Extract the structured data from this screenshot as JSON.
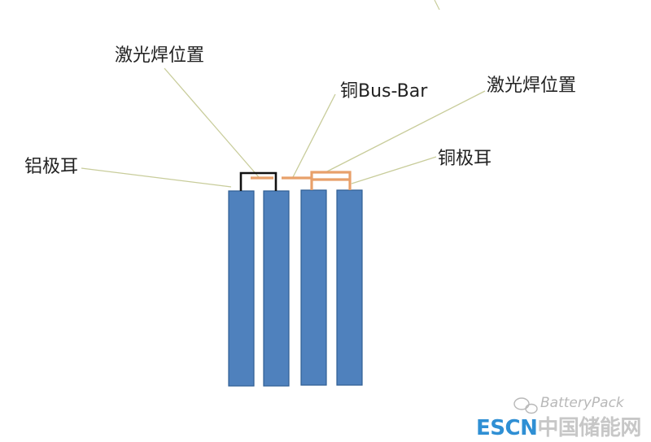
{
  "labels": {
    "laser_weld_left": "激光焊位置",
    "laser_weld_right": "激光焊位置",
    "copper_busbar": "铜Bus-Bar",
    "aluminum_tab": "铝极耳",
    "copper_tab": "铜极耳"
  },
  "watermark": {
    "source": "BatteryPack",
    "logo_latin": "ESCN",
    "logo_cn": "中国储能网"
  },
  "colors": {
    "cell_fill": "#4f81bd",
    "cell_stroke": "#2f5e93",
    "copper": "#e8a06a",
    "aluminum_tab": "#111111",
    "leader": "#c8cc9a",
    "watermark_blue": "#2f8fd4"
  }
}
